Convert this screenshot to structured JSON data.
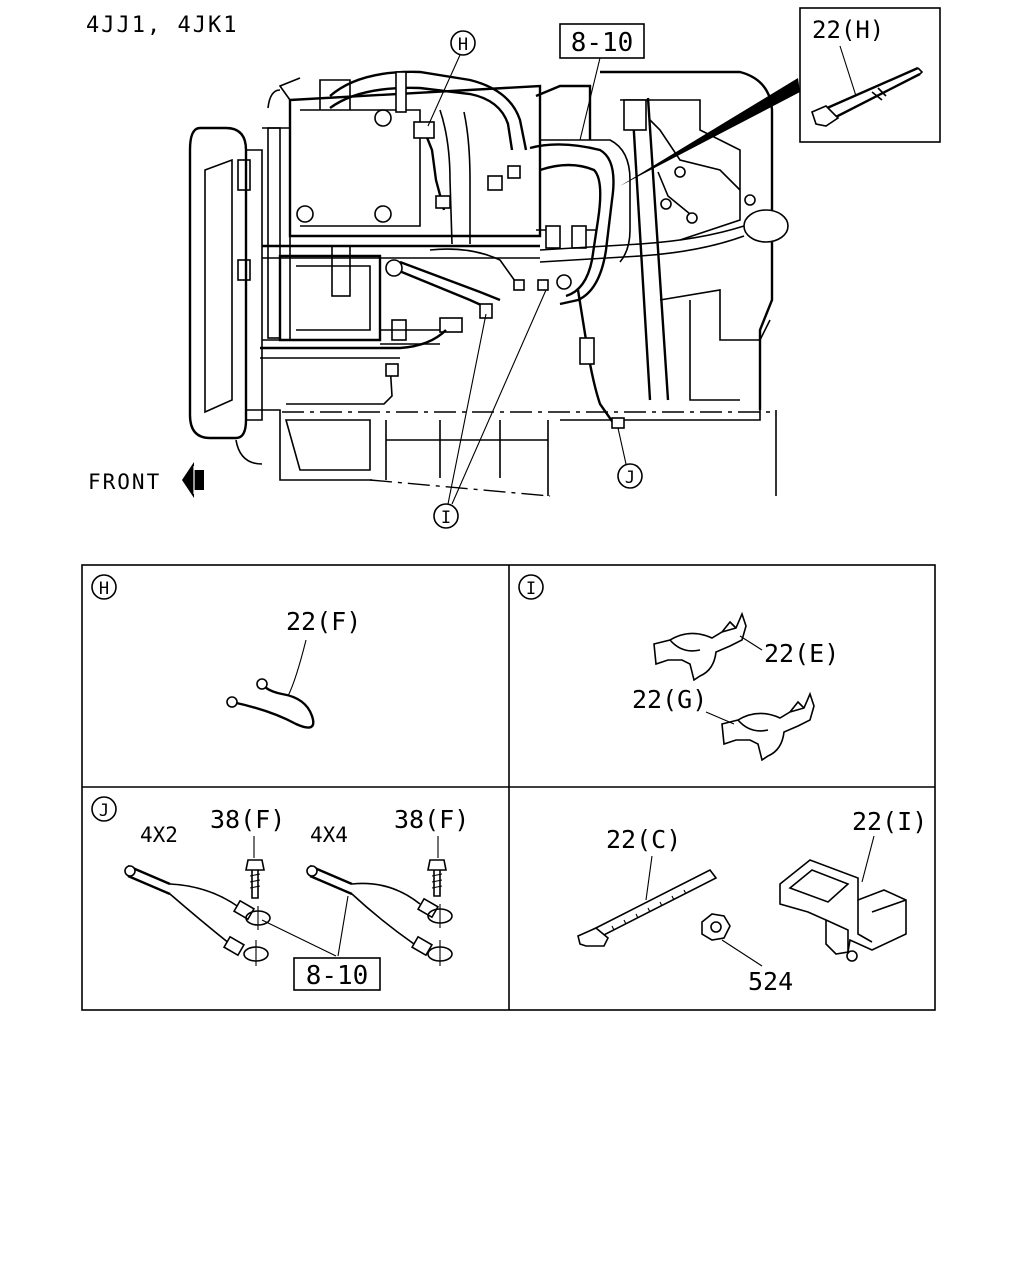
{
  "header": {
    "engine_models": "4JJ1, 4JK1"
  },
  "main_view": {
    "front_label": "FRONT",
    "harness_label": "8-10",
    "callouts": {
      "H": "H",
      "I": "I",
      "J": "J"
    },
    "inset_label": "22(H)"
  },
  "panels": {
    "H": {
      "badge": "H",
      "part_label": "22(F)"
    },
    "I": {
      "badge": "I",
      "part_label_top": "22(E)",
      "part_label_bottom": "22(G)"
    },
    "J": {
      "badge": "J",
      "variant_left": "4X2",
      "variant_right": "4X4",
      "bolt_left": "38(F)",
      "bolt_right": "38(F)",
      "harness_label": "8-10"
    },
    "misc": {
      "tie_label": "22(C)",
      "clip_label": "22(I)",
      "nut_label": "524"
    }
  }
}
